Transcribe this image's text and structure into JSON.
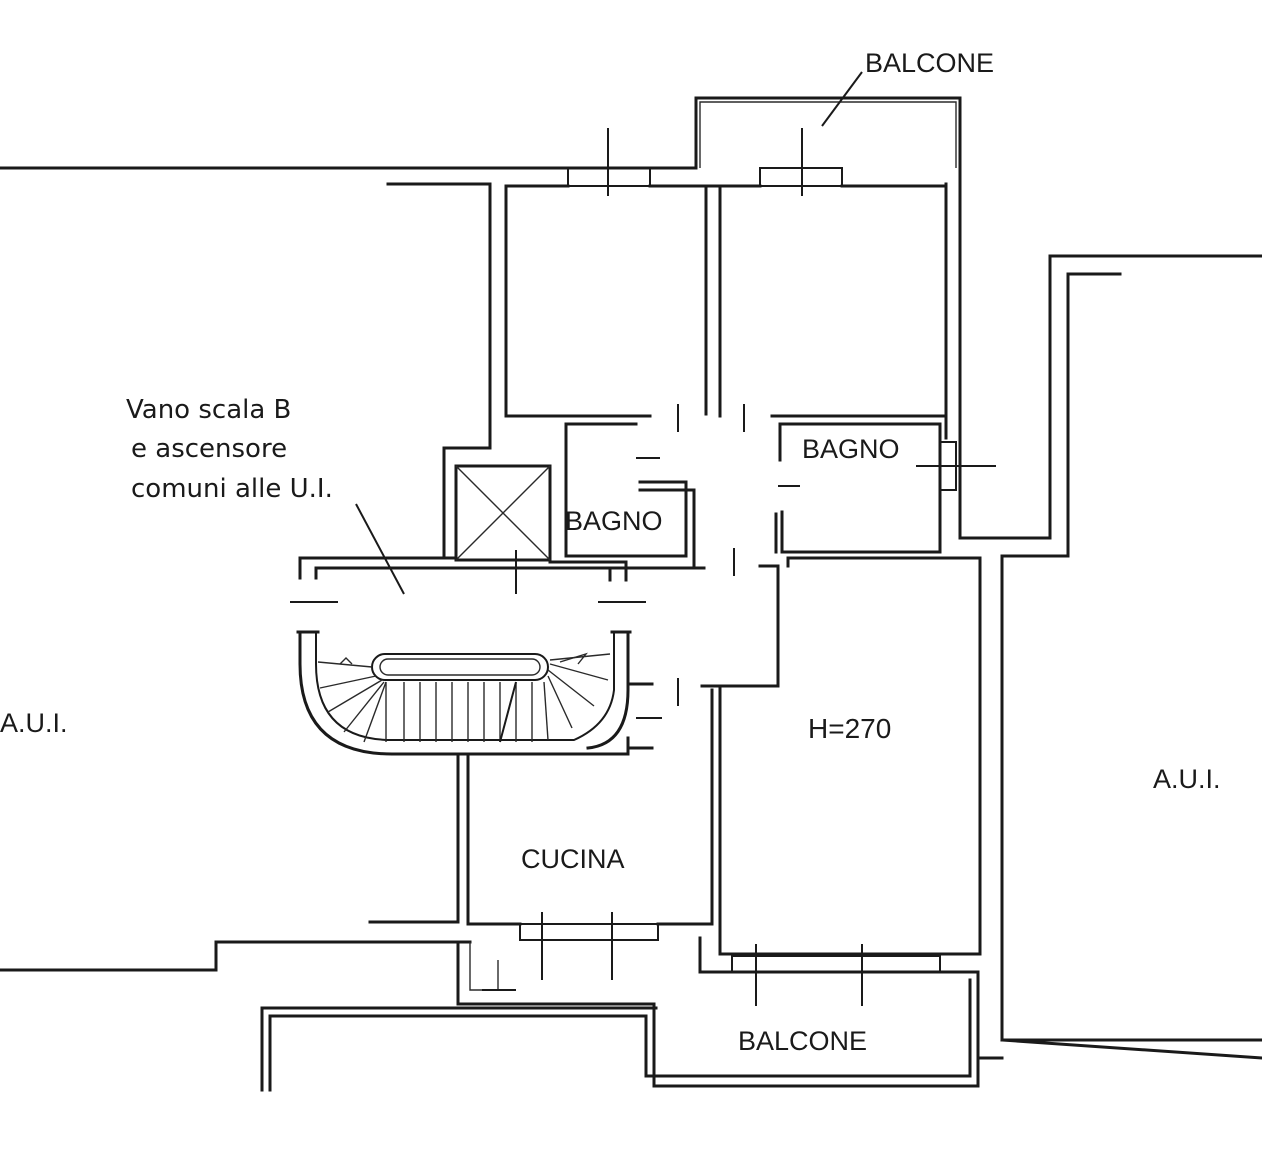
{
  "labels": {
    "balcone_top": "BALCONE",
    "balcone_bottom": "BALCONE",
    "bagno_right": "BAGNO",
    "bagno_left": "BAGNO",
    "cucina": "CUCINA",
    "height": "H=270",
    "aui_left": "A.U.I.",
    "aui_right": "A.U.I.",
    "stair_note": [
      "Vano scala B",
      "e ascensore",
      "comuni alle U.I."
    ]
  }
}
